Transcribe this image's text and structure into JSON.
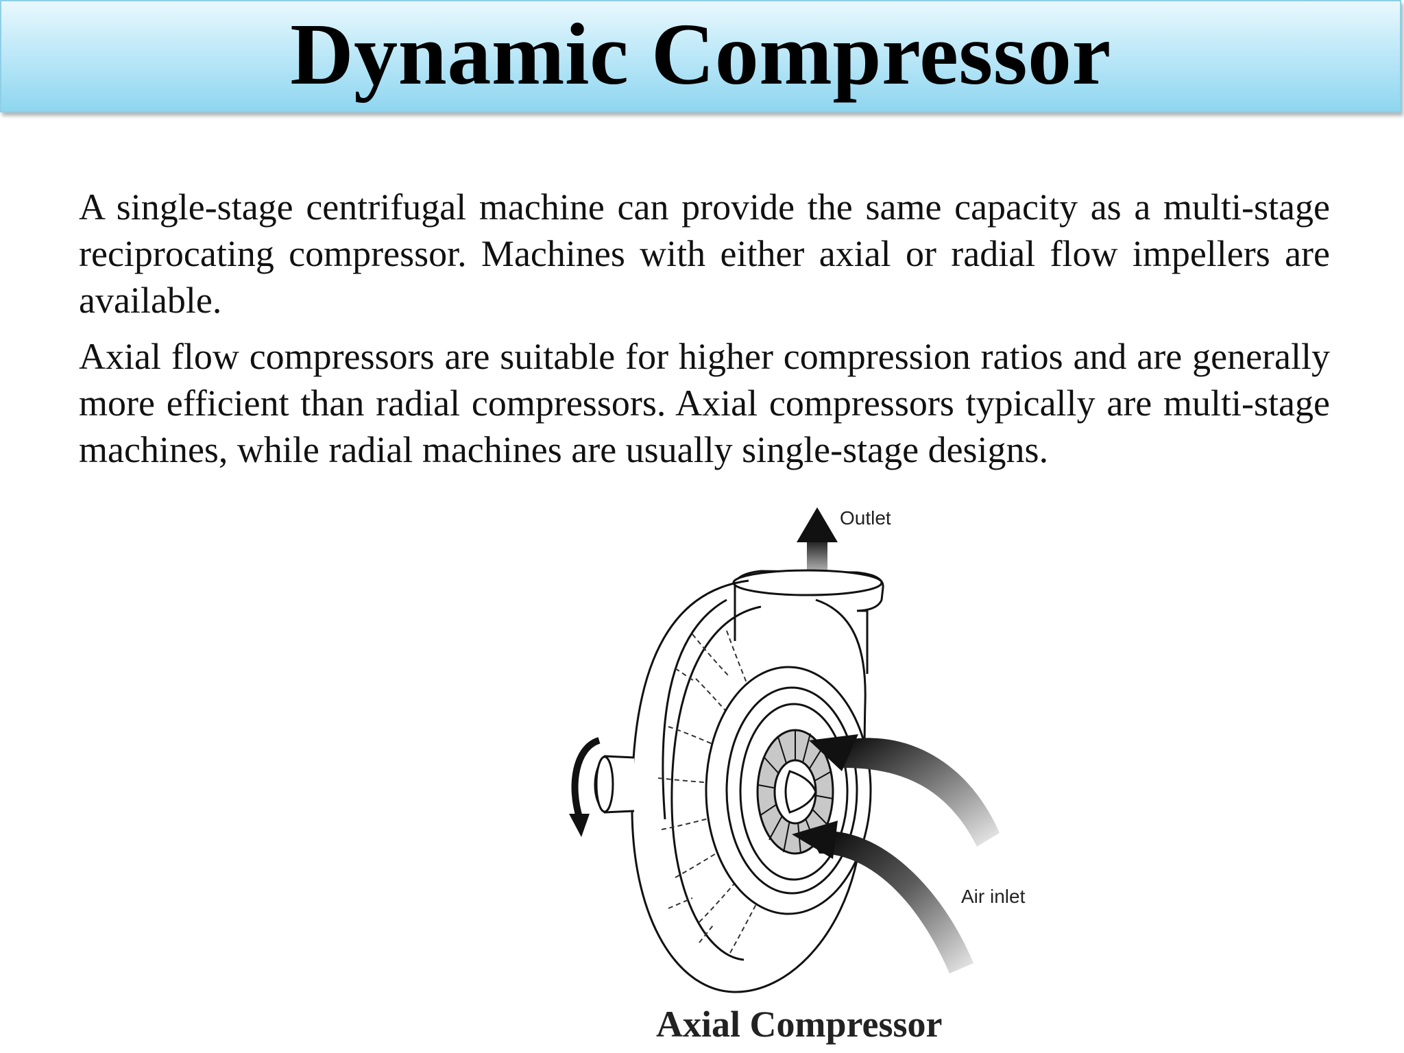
{
  "slide": {
    "title": "Dynamic Compressor",
    "paragraphs": [
      "A single-stage centrifugal machine can provide the same capacity as a multi-stage reciprocating compressor. Machines with either axial or radial flow impellers are available.",
      "Axial flow compressors are suitable for higher compression ratios and are generally more efficient than radial compressors. Axial compressors typically are multi-stage machines, while radial machines are usually single-stage designs."
    ]
  },
  "figure": {
    "outlet_label": "Outlet",
    "inlet_label": "Air inlet",
    "caption": "Axial Compressor",
    "icons": [
      "outlet-arrow-icon",
      "rotation-arrow-icon",
      "air-inlet-arrow-icon"
    ]
  }
}
